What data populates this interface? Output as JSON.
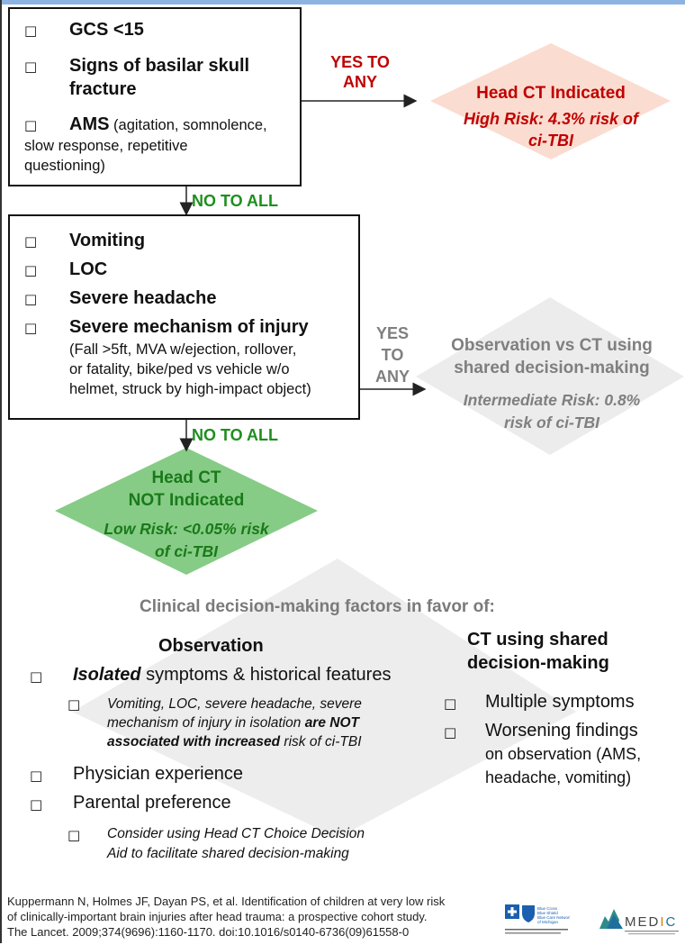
{
  "box1": {
    "items": [
      {
        "label": "GCS <15",
        "detail": ""
      },
      {
        "label": "Signs of basilar skull",
        "label2": "fracture",
        "detail": ""
      },
      {
        "label": "AMS",
        "detail": " (agitation, somnolence,",
        "detail2": "slow response, repetitive",
        "detail3": "questioning)"
      }
    ]
  },
  "arrow1": {
    "line1": "YES TO",
    "line2": "ANY"
  },
  "high_risk": {
    "title": "Head CT Indicated",
    "subtitle1": "High Risk: 4.3% risk of",
    "subtitle2": "ci-TBI"
  },
  "no_to_all_1": "NO TO ALL",
  "box2": {
    "items": [
      {
        "label": "Vomiting"
      },
      {
        "label": "LOC"
      },
      {
        "label": "Severe headache"
      },
      {
        "label": "Severe mechanism of injury",
        "d1": "(Fall >5ft, MVA w/ejection, rollover,",
        "d2": "or fatality, bike/ped vs vehicle w/o",
        "d3": "helmet, struck by high-impact object)"
      }
    ]
  },
  "arrow2": {
    "line1": "YES",
    "line2": "TO",
    "line3": "ANY"
  },
  "intermediate": {
    "title1": "Observation vs CT using",
    "title2": "shared decision-making",
    "sub1": "Intermediate Risk: 0.8%",
    "sub2": "risk of ci-TBI"
  },
  "no_to_all_2": "NO TO ALL",
  "low_risk": {
    "title1": "Head CT",
    "title2": "NOT Indicated",
    "sub1": "Low Risk: <0.05% risk",
    "sub2": "of ci-TBI"
  },
  "factors": {
    "heading": "Clinical decision-making factors in favor of:",
    "observation": {
      "title": "Observation",
      "i1_em": "Isolated",
      "i1_rest": " symptoms & historical features",
      "s1_l1": "Vomiting, LOC, severe headache, severe",
      "s1_l2a": "mechanism of injury in isolation ",
      "s1_l2b": "are NOT",
      "s1_l3": "associated with increased",
      "s1_l3b": " risk of ci-TBI",
      "i2": "Physician experience",
      "i3": "Parental preference",
      "s3_l1": "Consider using Head CT Choice Decision",
      "s3_l2": "Aid to facilitate shared decision-making"
    },
    "ct": {
      "title1": "CT using shared",
      "title2": "decision-making",
      "i1": "Multiple symptoms",
      "i2_l1": "Worsening findings",
      "i2_l2": "on observation (AMS,",
      "i2_l3": "headache, vomiting)"
    }
  },
  "citation": {
    "l1": "Kuppermann N, Holmes JF, Dayan PS, et al. Identification of children at very low risk",
    "l2": "of clinically-important brain injuries after head trauma: a prospective cohort study.",
    "l3": "The Lancet. 2009;374(9696):1160-1170. doi:10.1016/s0140-6736(09)61558-0"
  },
  "logos": {
    "bcbs_text": "Blue Cross Blue Shield Blue Care Network of Michigan",
    "medic_text": "MEDIC"
  },
  "checkbox_glyph": "□",
  "colors": {
    "red": "#c00000",
    "green": "#1e8f1e",
    "gray": "#7f7f7f",
    "high_diamond": "#fbdcd0",
    "mid_diamond": "#e9e9e9",
    "low_diamond": "#7fc97f"
  }
}
